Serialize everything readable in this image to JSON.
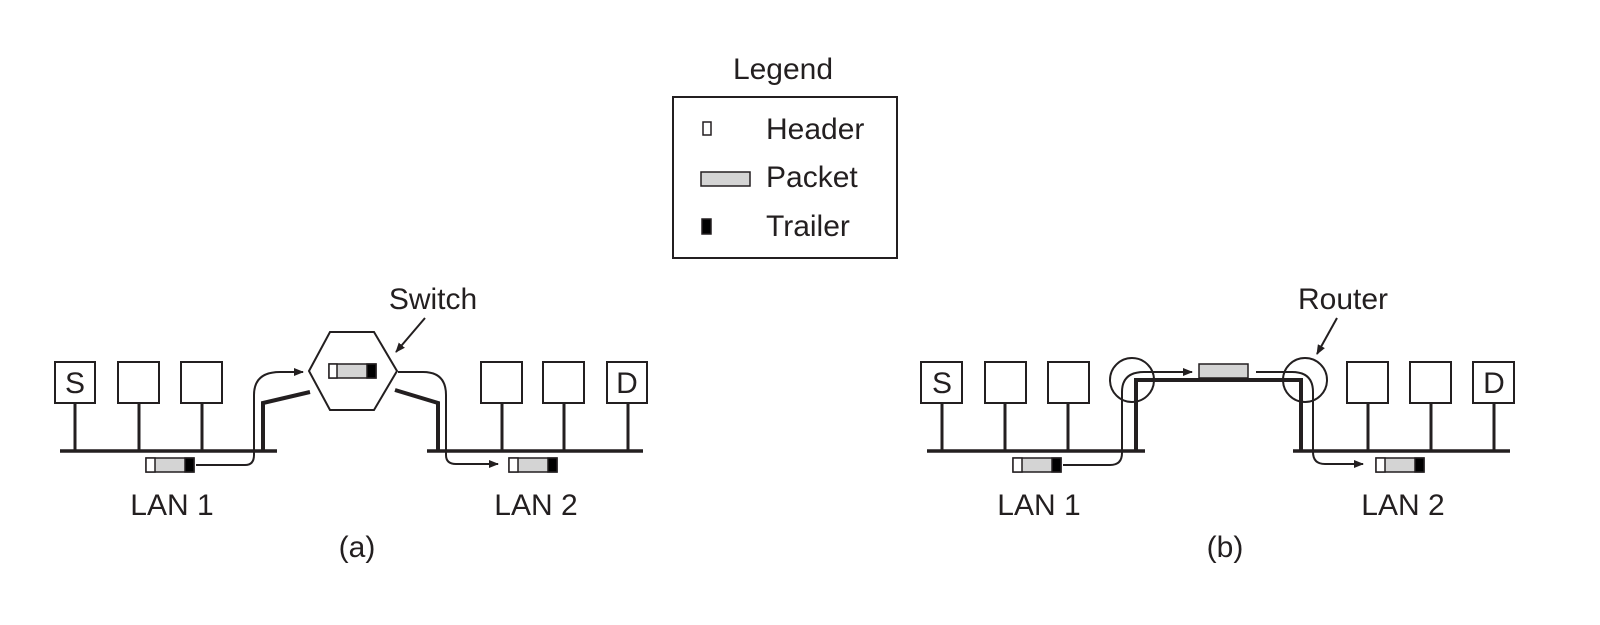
{
  "legend": {
    "title": "Legend",
    "items": [
      {
        "label": "Header"
      },
      {
        "label": "Packet"
      },
      {
        "label": "Trailer"
      }
    ]
  },
  "panel_a": {
    "caption": "(a)",
    "device_label": "Switch",
    "lan1_label": "LAN 1",
    "lan2_label": "LAN 2",
    "source_label": "S",
    "dest_label": "D"
  },
  "panel_b": {
    "caption": "(b)",
    "device_label": "Router",
    "lan1_label": "LAN 1",
    "lan2_label": "LAN 2",
    "source_label": "S",
    "dest_label": "D"
  },
  "colors": {
    "ink": "#231f20",
    "packet_fill": "#d4d4d4",
    "trailer_fill": "#000000",
    "header_fill": "#ffffff"
  }
}
